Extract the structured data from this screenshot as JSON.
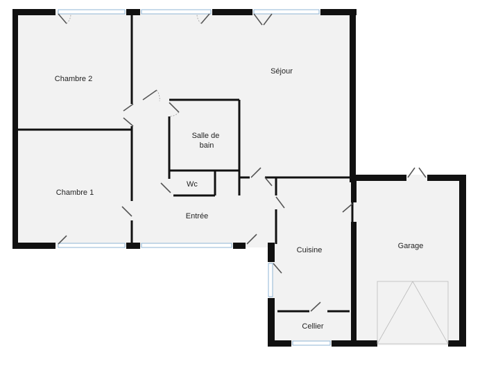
{
  "plan": {
    "rooms": [
      {
        "id": "chambre-2",
        "label": "Chambre 2"
      },
      {
        "id": "sejour",
        "label": "Séjour"
      },
      {
        "id": "salle-de-bain",
        "label": "Salle de bain",
        "lines": [
          "Salle de",
          "bain"
        ]
      },
      {
        "id": "wc",
        "label": "Wc"
      },
      {
        "id": "chambre-1",
        "label": "Chambre 1"
      },
      {
        "id": "entree",
        "label": "Entrée"
      },
      {
        "id": "cuisine",
        "label": "Cuisine"
      },
      {
        "id": "garage",
        "label": "Garage"
      },
      {
        "id": "cellier",
        "label": "Cellier"
      }
    ],
    "colors": {
      "wall": "#111111",
      "floor": "#f2f2f2",
      "window": "#8fb4d4",
      "label": "#222222"
    }
  }
}
